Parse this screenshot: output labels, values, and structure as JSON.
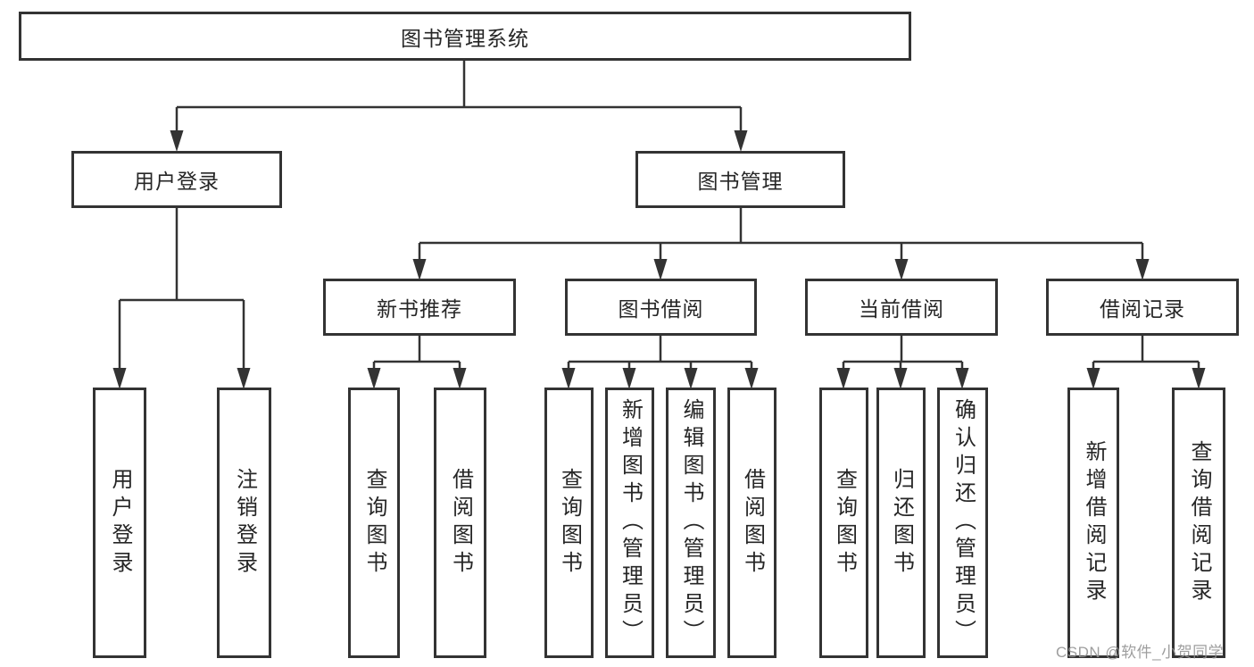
{
  "tree": {
    "root": {
      "label": "图书管理系统"
    },
    "children": [
      {
        "label": "用户登录",
        "children": [
          {
            "label": "用户登录"
          },
          {
            "label": "注销登录"
          }
        ]
      },
      {
        "label": "图书管理",
        "children": [
          {
            "label": "新书推荐",
            "children": [
              {
                "label": "查询图书"
              },
              {
                "label": "借阅图书"
              }
            ]
          },
          {
            "label": "图书借阅",
            "children": [
              {
                "label": "查询图书"
              },
              {
                "label": "新增图书（管理员）"
              },
              {
                "label": "编辑图书（管理员）"
              },
              {
                "label": "借阅图书"
              }
            ]
          },
          {
            "label": "当前借阅",
            "children": [
              {
                "label": "查询图书"
              },
              {
                "label": "归还图书"
              },
              {
                "label": "确认归还（管理员）"
              }
            ]
          },
          {
            "label": "借阅记录",
            "children": [
              {
                "label": "新增借阅记录"
              },
              {
                "label": "查询借阅记录"
              }
            ]
          }
        ]
      }
    ]
  },
  "watermark": {
    "text": "CSDN @软件_小贺同学"
  },
  "colors": {
    "line": "#333333",
    "box_border": "#333333",
    "background": "#ffffff",
    "text": "#262626",
    "watermark": "#949494"
  }
}
